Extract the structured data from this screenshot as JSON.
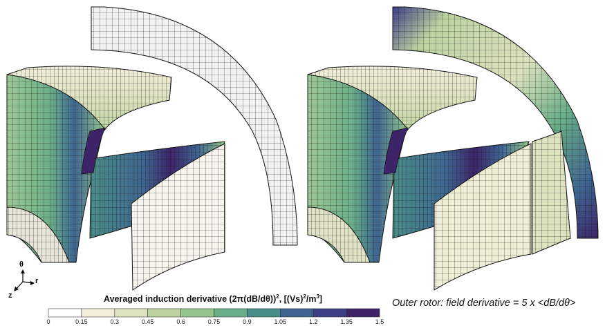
{
  "axes": {
    "theta": "θ",
    "r": "r",
    "z": "z"
  },
  "legend": {
    "title_main": "Averaged induction derivative (2π(dB/dθ))",
    "title_sup1": "2",
    "title_units_a": ", [(Vs)",
    "title_sup2": "2",
    "title_units_b": "/m",
    "title_sup3": "3",
    "title_units_c": "]",
    "ticks": [
      "0",
      "0.15",
      "0.3",
      "0.45",
      "0.6",
      "0.75",
      "0.9",
      "1.05",
      "1.2",
      "1.35",
      "1.5"
    ],
    "colors": [
      "#ffffff",
      "#f3eedc",
      "#dde2bf",
      "#bcd3a0",
      "#94c58c",
      "#6aae87",
      "#4a8d88",
      "#3e6590",
      "#3b3f86",
      "#3d2468"
    ]
  },
  "note": "Outer rotor: field derivative = 5 x <dB/dθ>"
}
